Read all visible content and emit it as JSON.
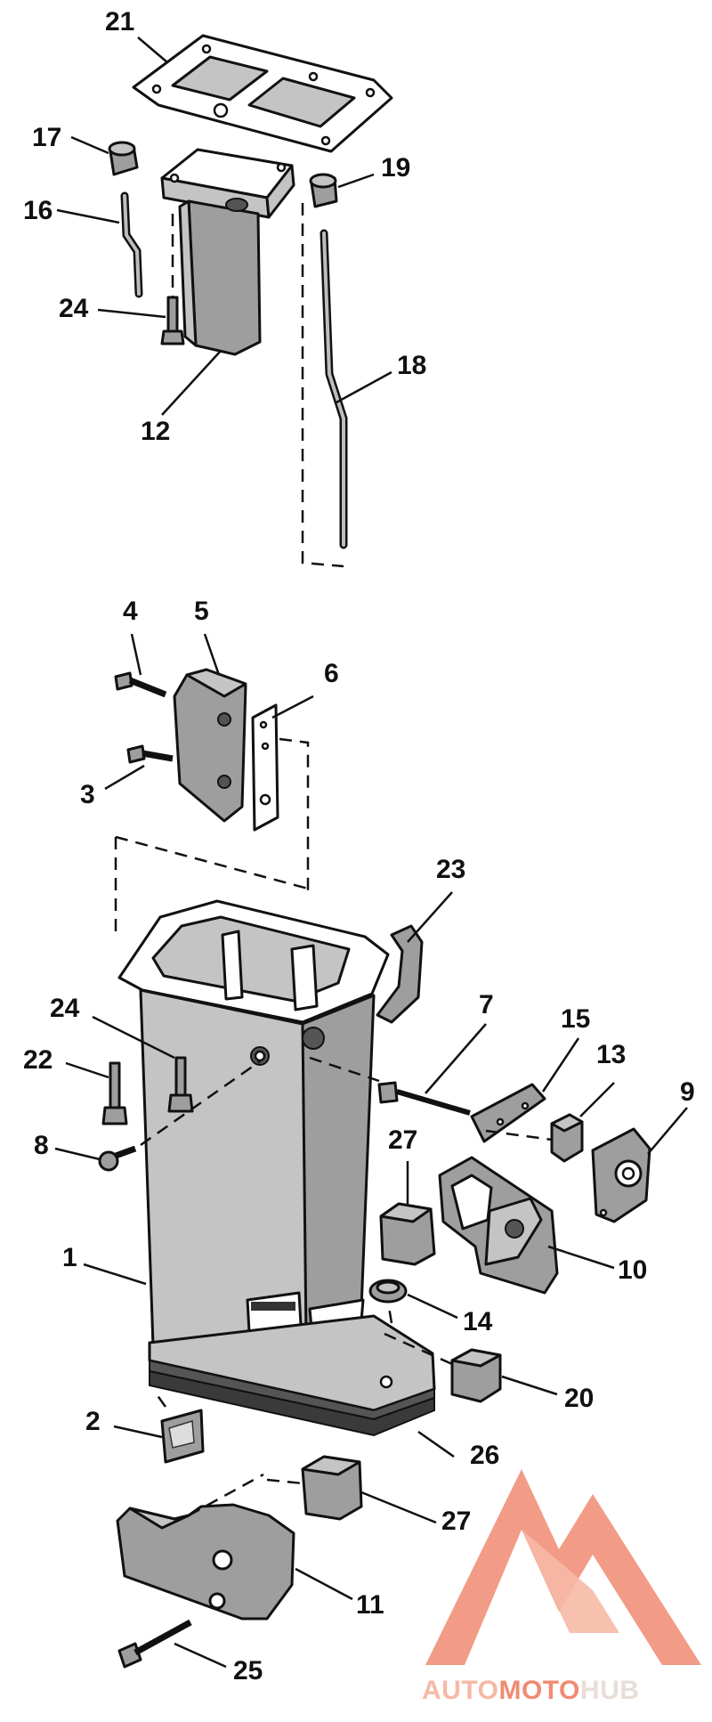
{
  "callouts": {
    "c1": "1",
    "c2": "2",
    "c3": "3",
    "c4": "4",
    "c5": "5",
    "c6": "6",
    "c7": "7",
    "c8": "8",
    "c9": "9",
    "c10": "10",
    "c11": "11",
    "c12": "12",
    "c13": "13",
    "c14": "14",
    "c15": "15",
    "c16": "16",
    "c17": "17",
    "c18": "18",
    "c19": "19",
    "c20": "20",
    "c21": "21",
    "c22": "22",
    "c23": "23",
    "c24a": "24",
    "c24b": "24",
    "c25": "25",
    "c26": "26",
    "c27a": "27",
    "c27b": "27"
  },
  "watermark": {
    "part1": "AUTO",
    "part2": "MOTO",
    "part3": "HUB",
    "color_light": "#f6b9a6",
    "color_mid": "#f08b72",
    "color_dark": "#e8ddd8"
  }
}
